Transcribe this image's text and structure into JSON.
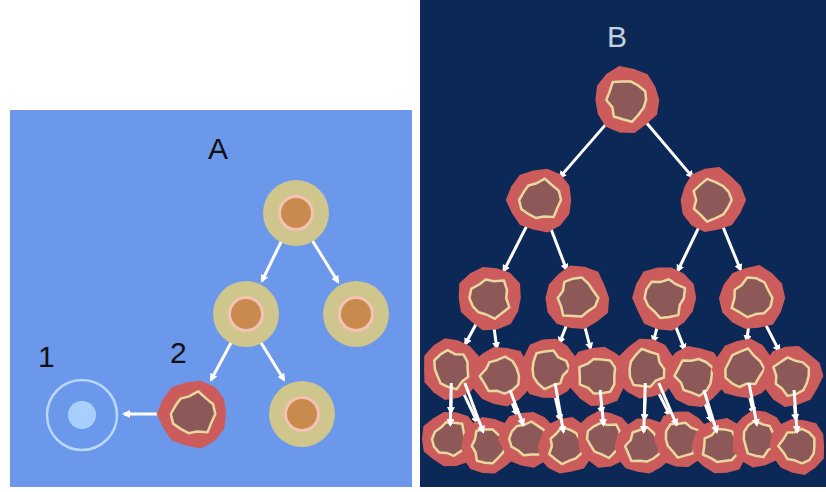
{
  "diagram": {
    "nodes": [
      {
        "text": [
          "A"
        ]
      },
      {
        "text": [
          "B"
        ]
      }
    ],
    "labels": [
      "1",
      "2"
    ]
  }
}
